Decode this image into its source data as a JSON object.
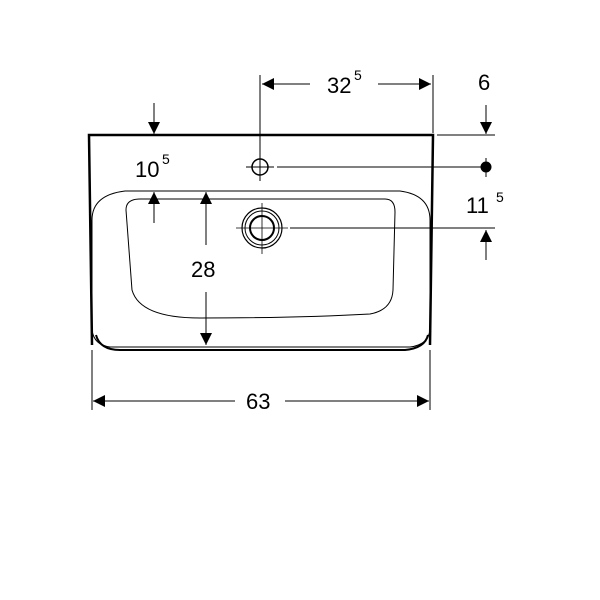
{
  "drawing": {
    "title": "Washbasin dimension drawing",
    "dimensions": {
      "tap_offset": {
        "main": "32",
        "sup": "5"
      },
      "top_offset": {
        "main": "6",
        "sup": ""
      },
      "rim_depth": {
        "main": "10",
        "sup": "5"
      },
      "tap_to_drain": {
        "main": "11",
        "sup": "5"
      },
      "bowl_depth": {
        "main": "28",
        "sup": ""
      },
      "width": {
        "main": "63",
        "sup": ""
      }
    }
  }
}
